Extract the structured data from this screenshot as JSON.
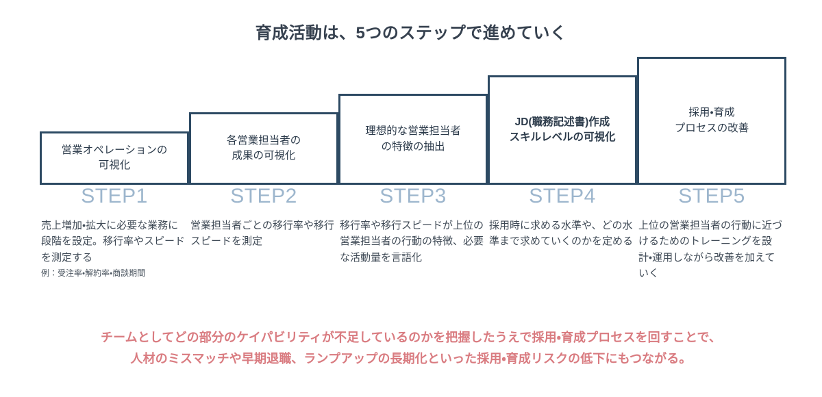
{
  "title": "育成活動は、5つのステップで進めていく",
  "colors": {
    "box_border": "#2d4a63",
    "box_text": "#2b3a4a",
    "step_label": "#9db6cd",
    "body_text": "#3f4a56",
    "footer_text": "#d97b80",
    "title_text": "#36414f",
    "background": "#ffffff"
  },
  "steps": [
    {
      "box_label": "営業オペレーションの\n可視化",
      "box_bold": false,
      "step_label": "STEP1",
      "description": "売上増加・拡大に必要な業務に段階を設定。移行率やスピードを測定する",
      "note": "例：受注率・解約率・商談期間"
    },
    {
      "box_label": "各営業担当者の\n成果の可視化",
      "box_bold": false,
      "step_label": "STEP2",
      "description": "営業担当者ごとの移行率や移行スピードを測定",
      "note": ""
    },
    {
      "box_label": "理想的な営業担当者\nの特徴の抽出",
      "box_bold": false,
      "step_label": "STEP3",
      "description": "移行率や移行スピードが上位の営業担当者の行動の特徴、必要な活動量を言語化",
      "note": ""
    },
    {
      "box_label": "JD(職務記述書)作成\nスキルレベルの可視化",
      "box_bold": true,
      "step_label": "STEP4",
      "description": "採用時に求める水準や、どの水準まで求めていくのかを定める",
      "note": ""
    },
    {
      "box_label": "採用・育成\nプロセスの改善",
      "box_bold": false,
      "step_label": "STEP5",
      "description": "上位の営業担当者の行動に近づけるためのトレーニングを設計・運用しながら改善を加えていく",
      "note": ""
    }
  ],
  "footer": "チームとしてどの部分のケイパビリティが不足しているのかを把握したうえで採用・育成プロセスを回すことで、\n人材のミスマッチや早期退職、ランプアップの長期化といった採用・育成リスクの低下にもつながる。"
}
